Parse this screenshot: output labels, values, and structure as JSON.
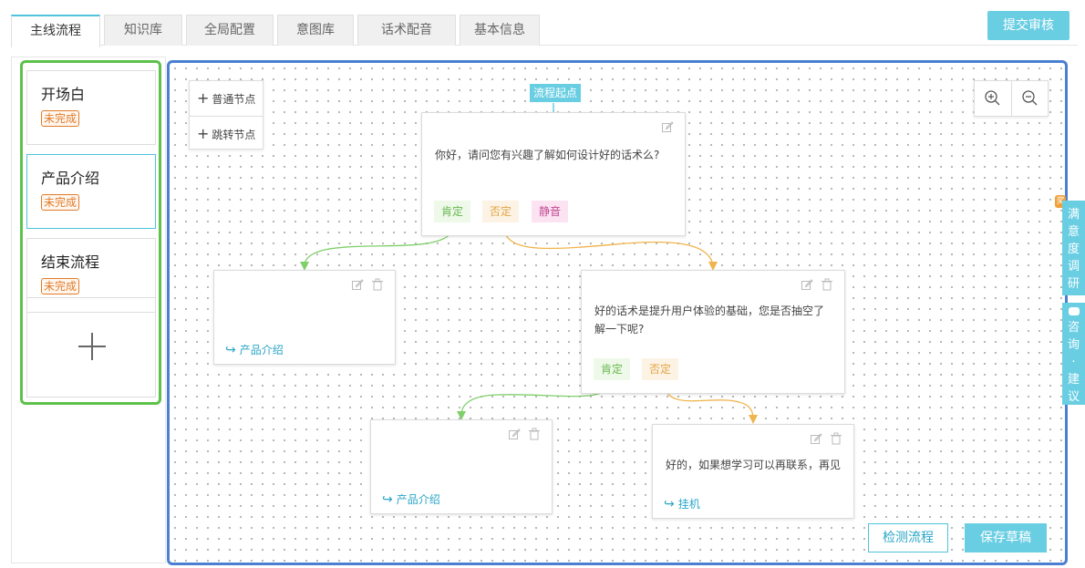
{
  "tabs": [
    {
      "label": "主线流程",
      "active": true
    },
    {
      "label": "知识库",
      "active": false
    },
    {
      "label": "全局配置",
      "active": false
    },
    {
      "label": "意图库",
      "active": false
    },
    {
      "label": "话术配音",
      "active": false
    },
    {
      "label": "基本信息",
      "active": false
    }
  ],
  "header": {
    "submit_label": "提交审核"
  },
  "flows": [
    {
      "title": "开场白",
      "status": "未完成",
      "selected": false
    },
    {
      "title": "产品介绍",
      "status": "未完成",
      "selected": true
    },
    {
      "title": "结束流程",
      "status": "未完成",
      "selected": false
    }
  ],
  "add_flow_icon": "plus-icon",
  "canvas": {
    "toolbox": {
      "normal_node": "普通节点",
      "jump_node": "跳转节点"
    },
    "zoom_icons": [
      "zoom-in-icon",
      "zoom-out-icon"
    ],
    "start_label": "流程起点",
    "nodes": {
      "start": {
        "text": "你好，请问您有兴趣了解如何设计好的话术么?",
        "chips": [
          "肯定",
          "否定",
          "静音"
        ]
      },
      "jump1": {
        "jump_label": "产品介绍"
      },
      "mid": {
        "text1": "好的话术是提升用户体验的基础，您是否抽空了",
        "text2": "解一下呢?",
        "chips": [
          "肯定",
          "否定"
        ]
      },
      "jump2": {
        "jump_label": "产品介绍"
      },
      "end": {
        "text": "好的，如果想学习可以再联系，再见",
        "jump_label": "挂机"
      }
    },
    "check_label": "检测流程",
    "save_label": "保存草稿"
  },
  "floating": {
    "survey_chars": [
      "满",
      "意",
      "度",
      "调",
      "研"
    ],
    "advice_chars": [
      "咨",
      "询",
      "·",
      "建",
      "议"
    ],
    "badge": "奖"
  },
  "colors": {
    "accent": "#6acee3",
    "positive": "#66b84f",
    "negative": "#e2a343",
    "mute": "#c24a95",
    "status": "#e07b2a"
  }
}
